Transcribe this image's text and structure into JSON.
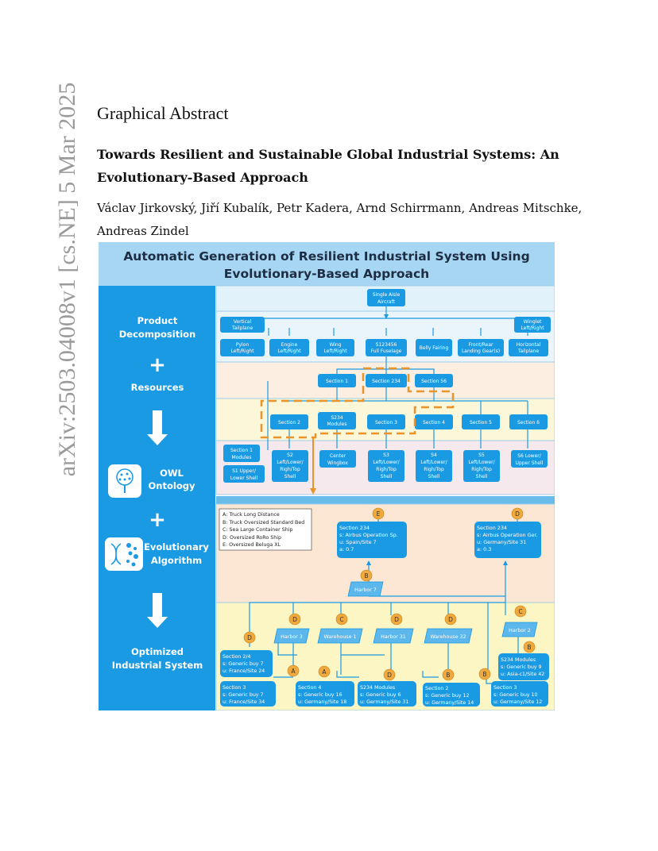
{
  "arxiv_stamp": "arXiv:2503.04008v1  [cs.NE]  5 Mar 2025",
  "section_heading": "Graphical Abstract",
  "paper_title": "Towards Resilient and Sustainable Global Industrial Systems: An Evolutionary-Based Approach",
  "authors": "Václav Jirkovský, Jiří Kubalík, Petr Kadera, Arnd Schirrmann, Andreas Mitschke, Andreas Zindel",
  "figure": {
    "banner_line1": "Automatic Generation of Resilient Industrial System Using",
    "banner_line2": "Evolutionary-Based Approach",
    "sidebar": {
      "product_1": "Product",
      "product_2": "Decomposition",
      "plus_1": "+",
      "resources": "Resources",
      "owl_1": "OWL",
      "owl_2": "Ontology",
      "plus_2": "+",
      "evo_1": "Evolutionary",
      "evo_2": "Algorithm",
      "opt_1": "Optimized",
      "opt_2": "Industrial System"
    },
    "tree": {
      "root_1": "Single Aisle",
      "root_2": "Aircraft",
      "vt_1": "Vertical",
      "vt_2": "Tailplane",
      "wl_1": "Winglet",
      "wl_2": "Left/Right",
      "py_1": "Pylon",
      "py_2": "Left/Right",
      "en_1": "Engine",
      "en_2": "Left/Right",
      "wg_1": "Wing",
      "wg_2": "Left/Right",
      "fu_1": "S123456",
      "fu_2": "Full Fuselage",
      "bf": "Belly Fairing",
      "lg_1": "Front/Rear",
      "lg_2": "Landing Gear(s)",
      "ht_1": "Horizontal",
      "ht_2": "Tailplane",
      "s1": "Section 1",
      "s234": "Section 234",
      "s56": "Section 56",
      "s2": "Section 2",
      "m234_1": "S234",
      "m234_2": "Modules",
      "s3": "Section 3",
      "s4": "Section 4",
      "s5": "Section 5",
      "s6": "Section 6",
      "s1m_1": "Section 1",
      "s1m_2": "Modules",
      "s1u_1": "S1 Upper/",
      "s1u_2": "Lower Shell",
      "p2_1": "S2",
      "p2_2": "Left/Lower/",
      "p2_3": "Righ/Top",
      "p2_4": "Shell",
      "cw_1": "Center",
      "cw_2": "Wingbox",
      "p3_1": "S3",
      "p3_2": "Left/Lower/",
      "p3_3": "Righ/Top",
      "p3_4": "Shell",
      "p4_1": "S4",
      "p4_2": "Left/Lower/",
      "p4_3": "Righ/Top",
      "p4_4": "Shell",
      "p5_1": "S5",
      "p5_2": "Left/Lower/",
      "p5_3": "Righ/Top",
      "p5_4": "Shell",
      "p6_1": "S6 Lower/",
      "p6_2": "Upper Shell"
    },
    "legend": [
      "A: Truck Long Distance",
      "B: Truck Oversized Standard Bed",
      "C: Sea Large Container Ship",
      "D: Oversized RoRo Ship",
      "E: Oversized Beluga XL"
    ],
    "network": {
      "e": "E",
      "d_top": "D",
      "b_mid": "B",
      "top_left": [
        "Section 234",
        "s: Airbus Operation Sp.",
        "u: Spain/Site 7",
        "a: 0.7"
      ],
      "top_right": [
        "Section 234",
        "s: Airbus Operation Ger.",
        "u: Germany/Site 31",
        "a: 0.3"
      ],
      "harbor7": "Harbor 7",
      "d1": "D",
      "c1": "C",
      "d2": "D",
      "d3": "D",
      "c2": "C",
      "harbor3": "Harbor 3",
      "warehouse1": "Warehouse 1",
      "harbor31": "Harbor 31",
      "warehouse32": "Warehouse 32",
      "harbor2": "Harbor 2",
      "b_h2": "B",
      "d_left": "D",
      "sec24": [
        "Section 2/4",
        "s: Generic buy 7",
        "u: France/Site 24"
      ],
      "a1": "A",
      "a2": "A",
      "d4": "D",
      "b1": "B",
      "b2": "B",
      "s234mod_r": [
        "S234 Modules",
        "s: Generic buy 9",
        "u: Asia-c1/Site 42"
      ],
      "bottom": [
        [
          "Section 3",
          "s: Generic buy 7",
          "u: France/Site 34"
        ],
        [
          "Section 4",
          "s: Generic buy 16",
          "u: Germany/Site 18"
        ],
        [
          "S234 Modules",
          "s: Generic buy 6",
          "u: Germany/Site 31"
        ],
        [
          "Section 2",
          "s: Generic buy 12",
          "u: Germany/Site 14"
        ],
        [
          "Section 3",
          "s: Generic buy 10",
          "u: Germany/Site 12"
        ]
      ]
    },
    "colors": {
      "blue": "#1b9ae4",
      "banner": "#a7d6f2",
      "orange": "#f0a93c",
      "dashed": "#e8942b"
    }
  }
}
